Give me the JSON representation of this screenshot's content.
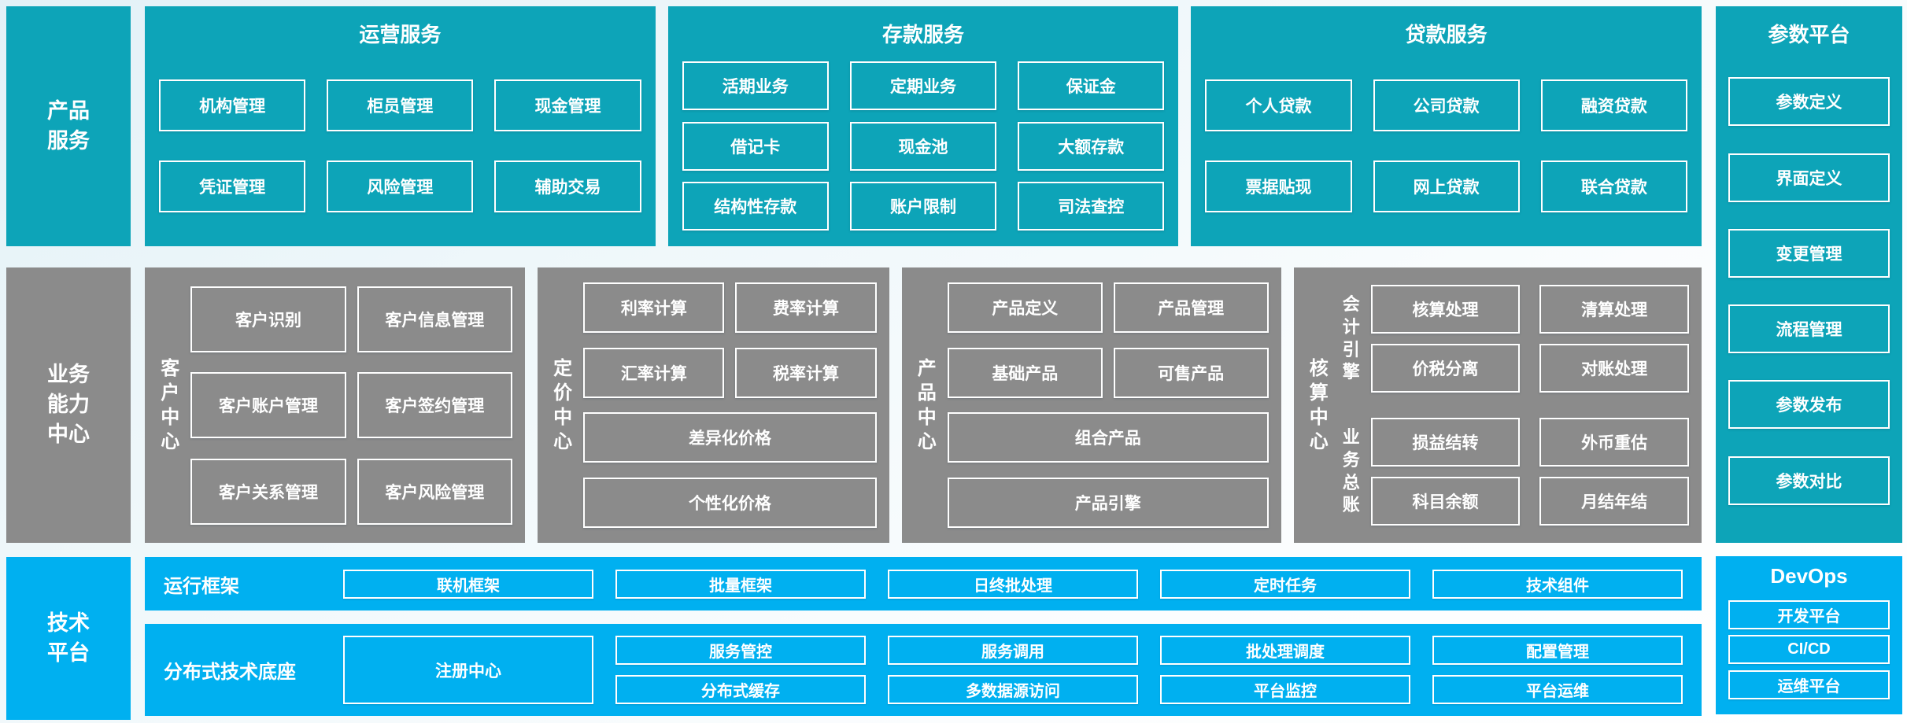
{
  "colors": {
    "teal": "#0da4b8",
    "blue": "#00b0f0",
    "gray": "#8b8b8b",
    "box_border": "#ffffff"
  },
  "left_rail": [
    {
      "label": "产品服务"
    },
    {
      "label": "业务能力中心"
    },
    {
      "label": "技术平台"
    }
  ],
  "product_row": [
    {
      "title": "运营服务",
      "items": [
        "机构管理",
        "柜员管理",
        "现金管理",
        "凭证管理",
        "风险管理",
        "辅助交易"
      ]
    },
    {
      "title": "存款服务",
      "items": [
        "活期业务",
        "定期业务",
        "保证金",
        "借记卡",
        "现金池",
        "大额存款",
        "结构性存款",
        "账户限制",
        "司法查控"
      ]
    },
    {
      "title": "贷款服务",
      "items": [
        "个人贷款",
        "公司贷款",
        "融资贷款",
        "票据贴现",
        "网上贷款",
        "联合贷款"
      ]
    }
  ],
  "param_platform": {
    "title": "参数平台",
    "items": [
      "参数定义",
      "界面定义",
      "变更管理",
      "流程管理",
      "参数发布",
      "参数对比"
    ]
  },
  "capability_row": [
    {
      "label": "客户中心",
      "items": [
        "客户识别",
        "客户信息管理",
        "客户账户管理",
        "客户签约管理",
        "客户关系管理",
        "客户风险管理"
      ]
    },
    {
      "label": "定价中心",
      "items": [
        "利率计算",
        "费率计算",
        "汇率计算",
        "税率计算"
      ],
      "wide": [
        "差异化价格",
        "个性化价格"
      ]
    },
    {
      "label": "产品中心",
      "items": [
        "产品定义",
        "产品管理",
        "基础产品",
        "可售产品"
      ],
      "wide": [
        "组合产品",
        "产品引擎"
      ]
    },
    {
      "label": "核算中心",
      "groups": [
        {
          "label": "会计引擎",
          "items": [
            "核算处理",
            "清算处理",
            "价税分离",
            "对账处理"
          ]
        },
        {
          "label": "业务总账",
          "items": [
            "损益结转",
            "外币重估",
            "科目余额",
            "月结年结"
          ]
        }
      ]
    }
  ],
  "tech_row": {
    "runtime": {
      "label": "运行框架",
      "items": [
        "联机框架",
        "批量框架",
        "日终批处理",
        "定时任务",
        "技术组件"
      ]
    },
    "base": {
      "label": "分布式技术底座",
      "registry": "注册中心",
      "items": [
        "服务管控",
        "服务调用",
        "批处理调度",
        "配置管理",
        "分布式缓存",
        "多数据源访问",
        "平台监控",
        "平台运维"
      ]
    },
    "devops": {
      "title": "DevOps",
      "items": [
        "开发平台",
        "CI/CD",
        "运维平台"
      ]
    }
  }
}
